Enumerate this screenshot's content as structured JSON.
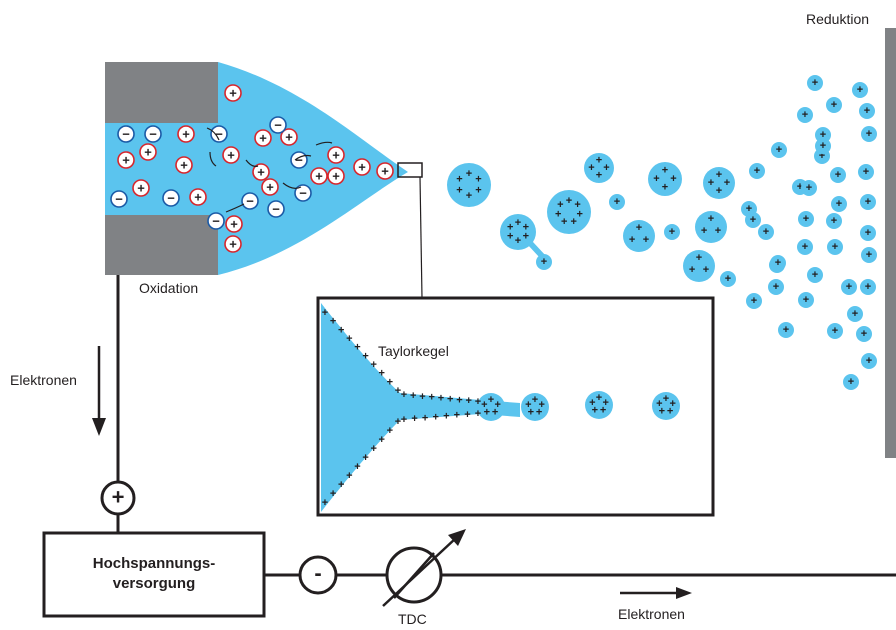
{
  "labels": {
    "reduktion": "Reduktion",
    "oxidation": "Oxidation",
    "elektronen_left": "Elektronen",
    "elektronen_bottom": "Elektronen",
    "taylorkegel": "Taylorkegel",
    "power_supply_line1": "Hochspannungs-",
    "power_supply_line2": "versorgung",
    "tdc": "TDC"
  },
  "symbols": {
    "plus": "+",
    "minus": "-",
    "cation": "+",
    "anion": "−"
  },
  "colors": {
    "liquid": "#5bc4ee",
    "electrode": "#808285",
    "cation_ring": "#d7262c",
    "anion_ring": "#1b5aa6",
    "ink": "#231f20"
  }
}
